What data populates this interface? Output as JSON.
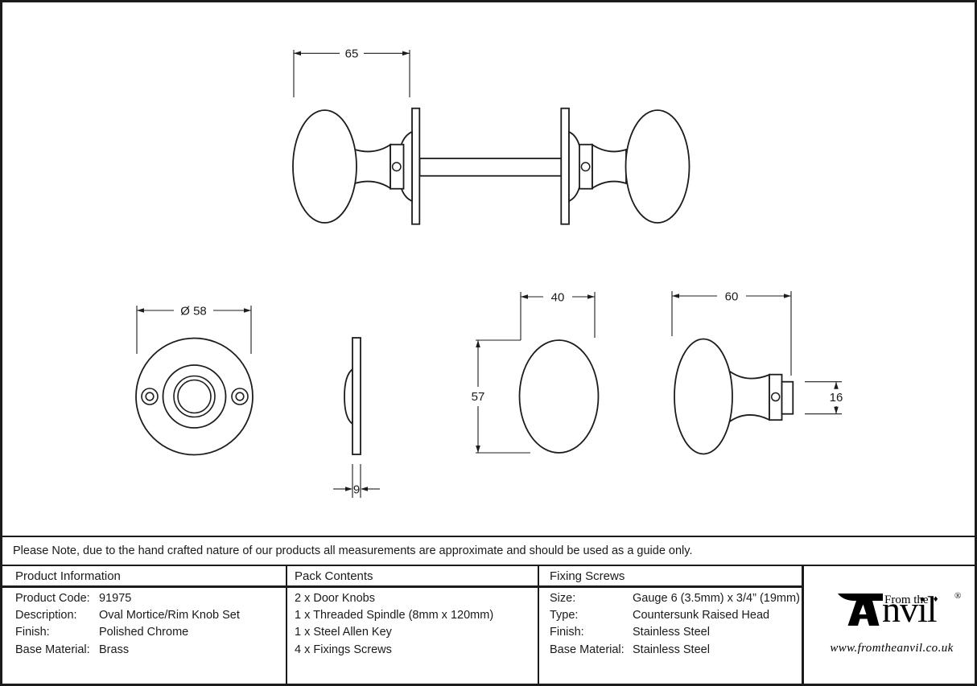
{
  "page": {
    "background": "#ffffff",
    "line_color": "#1b1b1b"
  },
  "drawing": {
    "knob_set_side_view": {
      "dim_projection": "65"
    },
    "rose_front_view": {
      "dim_diameter": "Ø 58"
    },
    "rose_side_view": {
      "dim_depth": "9"
    },
    "knob_front_view": {
      "dim_width": "40",
      "dim_height": "57"
    },
    "knob_side_view": {
      "dim_length": "60",
      "dim_hub_height": "16"
    }
  },
  "note": {
    "text": "Please Note, due to the hand crafted nature of our products all measurements are approximate and should be used as a guide only."
  },
  "table": {
    "product_information": {
      "title": "Product Information",
      "rows": [
        {
          "label": "Product Code:",
          "value": "91975"
        },
        {
          "label": "Description:",
          "value": "Oval Mortice/Rim Knob Set"
        },
        {
          "label": "Finish:",
          "value": "Polished Chrome"
        },
        {
          "label": "Base Material:",
          "value": "Brass"
        }
      ]
    },
    "pack_contents": {
      "title": "Pack Contents",
      "items": [
        "2 x Door Knobs",
        "1 x Threaded Spindle (8mm x 120mm)",
        "1 x Steel Allen Key",
        "4 x Fixings Screws"
      ]
    },
    "fixing_screws": {
      "title": "Fixing Screws",
      "rows": [
        {
          "label": "Size:",
          "value": "Gauge 6 (3.5mm) x 3/4” (19mm)"
        },
        {
          "label": "Type:",
          "value": "Countersunk Raised Head"
        },
        {
          "label": "Finish:",
          "value": "Stainless Steel"
        },
        {
          "label": "Base Material:",
          "value": "Stainless Steel"
        }
      ]
    }
  },
  "logo": {
    "brand_prefix": "From the",
    "brand_suffix": "nvil",
    "registered_mark": "®",
    "diamond_glyph": "♦",
    "website": "www.fromtheanvil.co.uk"
  }
}
